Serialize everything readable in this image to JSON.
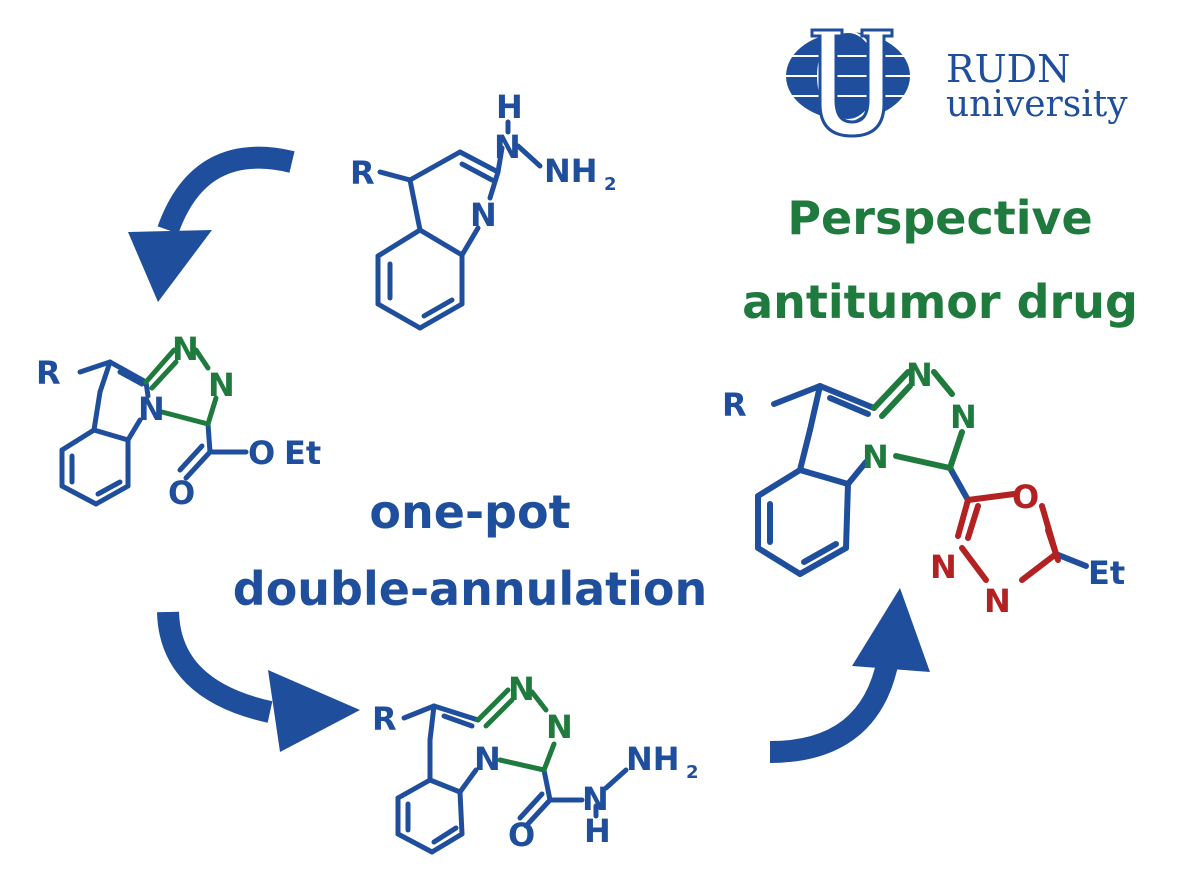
{
  "colors": {
    "blue": "#1f4f9c",
    "green": "#1f7a3e",
    "red": "#b22222"
  },
  "logo": {
    "line1": "RUDN",
    "line2": "university"
  },
  "title": {
    "line1": "Perspective",
    "line2": "antitumor drug"
  },
  "center_text": {
    "line1": "one-pot",
    "line2": "double-annulation"
  },
  "atoms": {
    "r": "R",
    "n": "N",
    "h": "H",
    "o": "O",
    "et": "Et",
    "nh": "NH",
    "sub2": "2"
  }
}
